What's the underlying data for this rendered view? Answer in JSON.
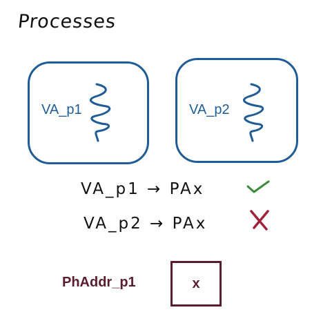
{
  "title": "Processes",
  "processes": [
    {
      "label": "VA_p1",
      "icon": "process-squiggle-icon"
    },
    {
      "label": "VA_p2",
      "icon": "process-squiggle-icon"
    }
  ],
  "mappings": [
    {
      "text": "VA_p1 → PAx",
      "status": "valid",
      "status_icon": "check-icon",
      "status_color": "#3a8a3a"
    },
    {
      "text": "VA_p2 → PAx",
      "status": "invalid",
      "status_icon": "cross-icon",
      "status_color": "#a0223a"
    }
  ],
  "physical": {
    "label": "PhAddr_p1",
    "value": "x"
  },
  "colors": {
    "process_blue": "#1f5c96",
    "physical_maroon": "#5a1d2e"
  }
}
